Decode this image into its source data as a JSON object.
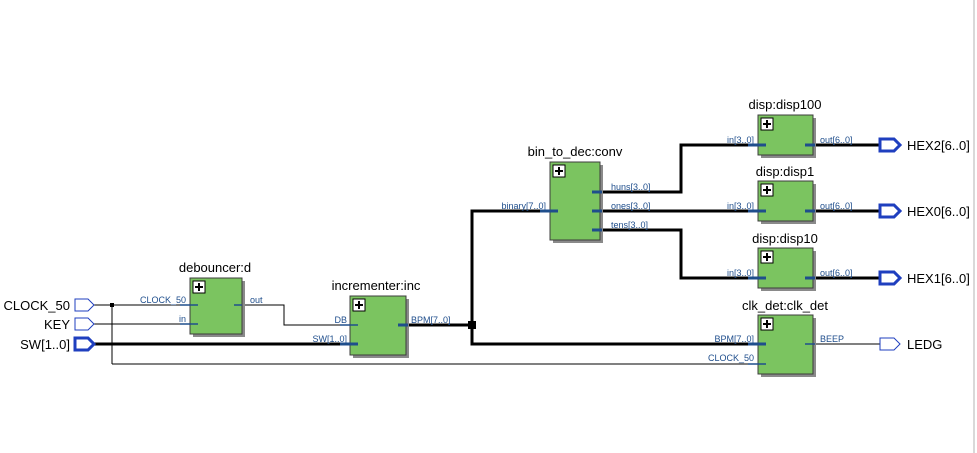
{
  "colors": {
    "block_fill": "#7bc460",
    "port_label": "#1f4e8c",
    "io_pin": "#1f3fbf",
    "wire": "#000000"
  },
  "inputs": {
    "clock": "CLOCK_50",
    "key": "KEY",
    "sw": "SW[1..0]"
  },
  "outputs": {
    "hex2": "HEX2[6..0]",
    "hex0": "HEX0[6..0]",
    "hex1": "HEX1[6..0]",
    "ledg": "LEDG"
  },
  "blocks": {
    "debouncer": {
      "title": "debouncer:d",
      "in_clock": "CLOCK_50",
      "in_in": "in",
      "out": "out"
    },
    "incrementer": {
      "title": "incrementer:inc",
      "in_db": "DB",
      "in_sw": "SW[1..0]",
      "out": "BPM[7..0]"
    },
    "bin_to_dec": {
      "title": "bin_to_dec:conv",
      "in": "binary[7..0]",
      "out_huns": "huns[3..0]",
      "out_ones": "ones[3..0]",
      "out_tens": "tens[3..0]"
    },
    "disp100": {
      "title": "disp:disp100",
      "in": "in[3..0]",
      "out": "out[6..0]"
    },
    "disp1": {
      "title": "disp:disp1",
      "in": "in[3..0]",
      "out": "out[6..0]"
    },
    "disp10": {
      "title": "disp:disp10",
      "in": "in[3..0]",
      "out": "out[6..0]"
    },
    "clk_det": {
      "title": "clk_det:clk_det",
      "in_bpm": "BPM[7..0]",
      "in_clock": "CLOCK_50",
      "out": "BEEP"
    }
  }
}
